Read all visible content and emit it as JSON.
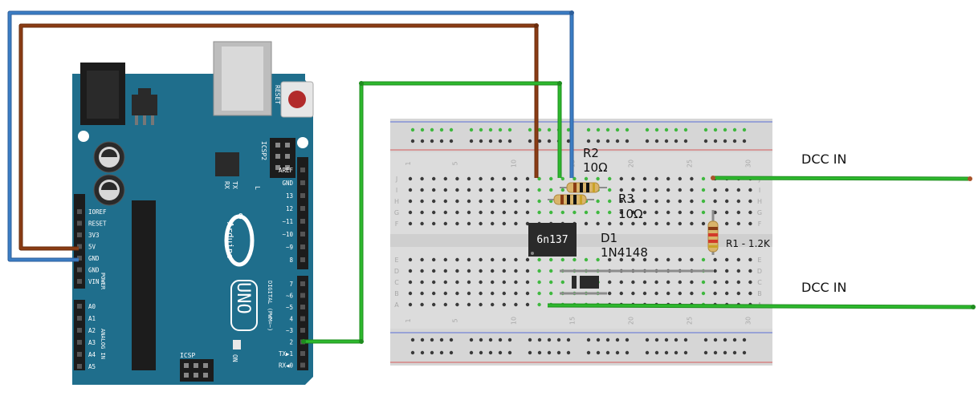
{
  "arduino": {
    "model": "UNO",
    "brand": "Arduino",
    "button_label": "RESET",
    "icsp2_label": "ICSP2",
    "icsp_label": "ICSP",
    "on_label": "ON",
    "tx_label": "TX",
    "rx_label": "RX",
    "l_label": "L",
    "power_group_label": "POWER",
    "analog_group_label": "ANALOG IN",
    "digital_group_label": "DIGITAL (PWM=~)",
    "power_pins": [
      "IOREF",
      "RESET",
      "3V3",
      "5V",
      "GND",
      "GND",
      "VIN"
    ],
    "analog_pins": [
      "A0",
      "A1",
      "A2",
      "A3",
      "A4",
      "A5"
    ],
    "digital_top_pins": [
      "AREF",
      "GND",
      "13",
      "12",
      "~11",
      "~10",
      "~9",
      "8"
    ],
    "digital_bottom_pins": [
      "7",
      "~6",
      "~5",
      "4",
      "~3",
      "2",
      "TX▶1",
      "RX◀0"
    ]
  },
  "breadboard": {
    "column_numbers": [
      "1",
      "5",
      "10",
      "15",
      "20",
      "25",
      "30"
    ],
    "top_rows": [
      "J",
      "I",
      "H",
      "G",
      "F"
    ],
    "bottom_rows": [
      "E",
      "D",
      "C",
      "B",
      "A"
    ]
  },
  "components": {
    "optocoupler": {
      "part": "6n137"
    },
    "r2": {
      "name": "R2",
      "value": "10Ω"
    },
    "r3": {
      "name": "R3",
      "value": "10Ω"
    },
    "d1": {
      "name": "D1",
      "value": "1N4148"
    },
    "r1": {
      "label": "R1 - 1.2K"
    }
  },
  "connectors": {
    "dcc_top": "DCC IN",
    "dcc_bottom": "DCC IN"
  },
  "colors": {
    "board": "#1f6e8c",
    "breadboard": "#dcdcdc",
    "wire_blue": "#3b7dc4",
    "wire_brown": "#8a3c14",
    "wire_green": "#2db82d"
  }
}
